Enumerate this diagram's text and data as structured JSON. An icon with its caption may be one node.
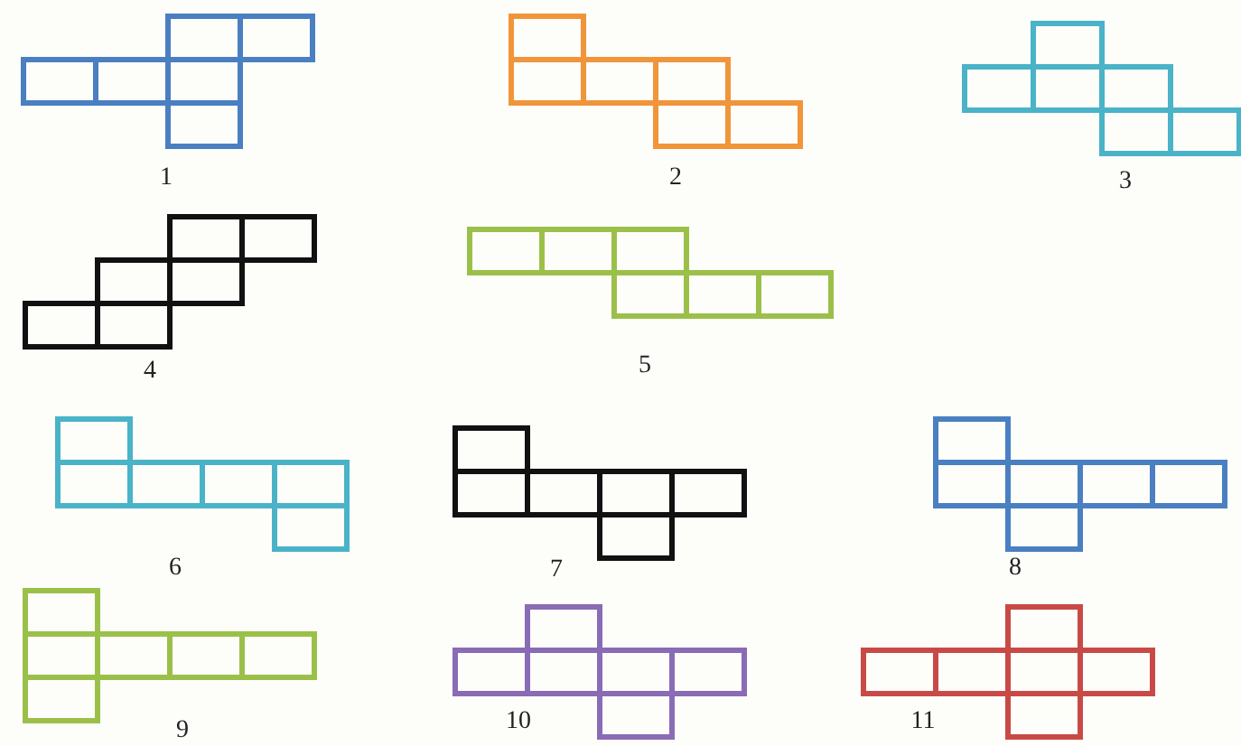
{
  "diagram": {
    "labels": [
      "1",
      "2",
      "3",
      "4",
      "5",
      "6",
      "7",
      "8",
      "9",
      "10",
      "11"
    ]
  }
}
